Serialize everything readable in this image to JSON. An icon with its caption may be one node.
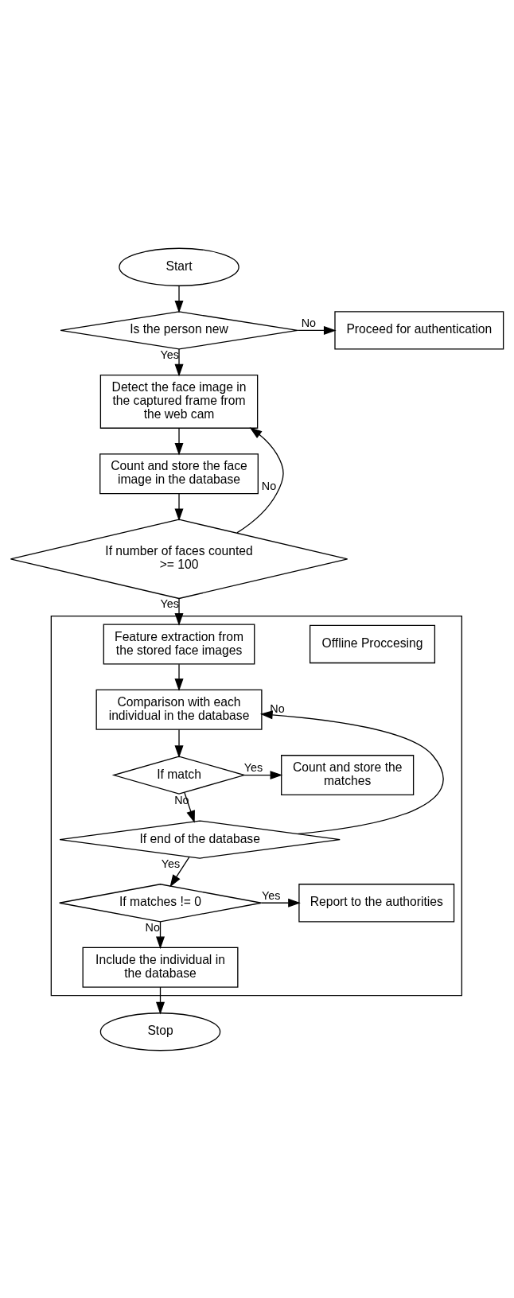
{
  "diagram": {
    "nodes": [
      {
        "text": [
          "Start"
        ]
      },
      {
        "text": [
          "Is the person new"
        ]
      },
      {
        "text": [
          "Proceed for authentication"
        ]
      },
      {
        "text": [
          "Detect the face image in the captured frame from the web cam"
        ]
      },
      {
        "text": [
          "Count and store the face image in the database"
        ]
      },
      {
        "text": [
          "If number of faces counted >= 100"
        ]
      },
      {
        "text": [],
        "shape": "box"
      },
      {
        "text": [
          "Offline Proccesing"
        ],
        "in": 6
      },
      {
        "text": [
          "Feature extraction from the stored face images"
        ],
        "in": 6
      },
      {
        "text": [
          "Comparison with each individual in the database"
        ],
        "in": 6
      },
      {
        "text": [
          "If match"
        ],
        "in": 6
      },
      {
        "text": [
          "Count and store the matches"
        ],
        "in": 6
      },
      {
        "text": [
          "If end of the database"
        ],
        "in": 6
      },
      {
        "text": [
          "If matches != 0"
        ],
        "in": 6
      },
      {
        "text": [
          "Report to the authorities"
        ],
        "in": 6
      },
      {
        "text": [
          "Include the individual in the database"
        ],
        "in": 6
      },
      {
        "text": [
          "Stop"
        ]
      }
    ],
    "edges": [
      {
        "from": 0,
        "to": 1,
        "arrow": "to"
      },
      {
        "from": 1,
        "to": 2,
        "arrow": "to",
        "label": "No"
      },
      {
        "from": 1,
        "to": 3,
        "arrow": "to",
        "label": "Yes"
      },
      {
        "from": 3,
        "to": 4,
        "arrow": "to"
      },
      {
        "from": 4,
        "to": 5,
        "arrow": "to"
      },
      {
        "from": 5,
        "to": 3,
        "arrow": "to",
        "label": "No"
      },
      {
        "from": 5,
        "to": 8,
        "arrow": "to",
        "label": "Yes"
      },
      {
        "from": 8,
        "to": 9,
        "arrow": "to"
      },
      {
        "from": 9,
        "to": 10,
        "arrow": "to"
      },
      {
        "from": 10,
        "to": 11,
        "arrow": "to",
        "label": "Yes"
      },
      {
        "from": 10,
        "to": 12,
        "arrow": "to",
        "label": "No"
      },
      {
        "from": 12,
        "to": 9,
        "arrow": "to",
        "label": "No"
      },
      {
        "from": 12,
        "to": 13,
        "arrow": "to",
        "label": "Yes"
      },
      {
        "from": 13,
        "to": 14,
        "arrow": "to",
        "label": "Yes"
      },
      {
        "from": 13,
        "to": 15,
        "arrow": "to",
        "label": "No"
      },
      {
        "from": 15,
        "to": 16,
        "arrow": "to"
      }
    ]
  }
}
